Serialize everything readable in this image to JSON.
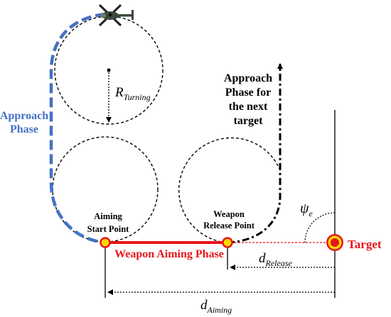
{
  "labels": {
    "approach_phase_line1": "Approach",
    "approach_phase_line2": "Phase",
    "next_target_line1": "Approach",
    "next_target_line2": "Phase for",
    "next_target_line3": "the next",
    "next_target_line4": "target",
    "aiming_start_line1": "Aiming",
    "aiming_start_line2": "Start Point",
    "weapon_release_line1": "Weapon",
    "weapon_release_line2": "Release Point",
    "weapon_aiming_phase": "Weapon Aiming Phase",
    "target": "Target",
    "r_turning_main": "R",
    "r_turning_sub": "Turning",
    "psi_main": "ψ",
    "psi_sub": "e",
    "d_release_main": "d",
    "d_release_sub": "Release",
    "d_aiming_main": "d",
    "d_aiming_sub": "Aiming"
  },
  "icons": {
    "aircraft": "helicopter-icon",
    "target": "target-icon",
    "points": "waypoint-marker-icon"
  },
  "colors": {
    "approach": "#4472c4",
    "aiming": "#e8151b",
    "marker_fill": "#ffd700",
    "black": "#000000"
  }
}
